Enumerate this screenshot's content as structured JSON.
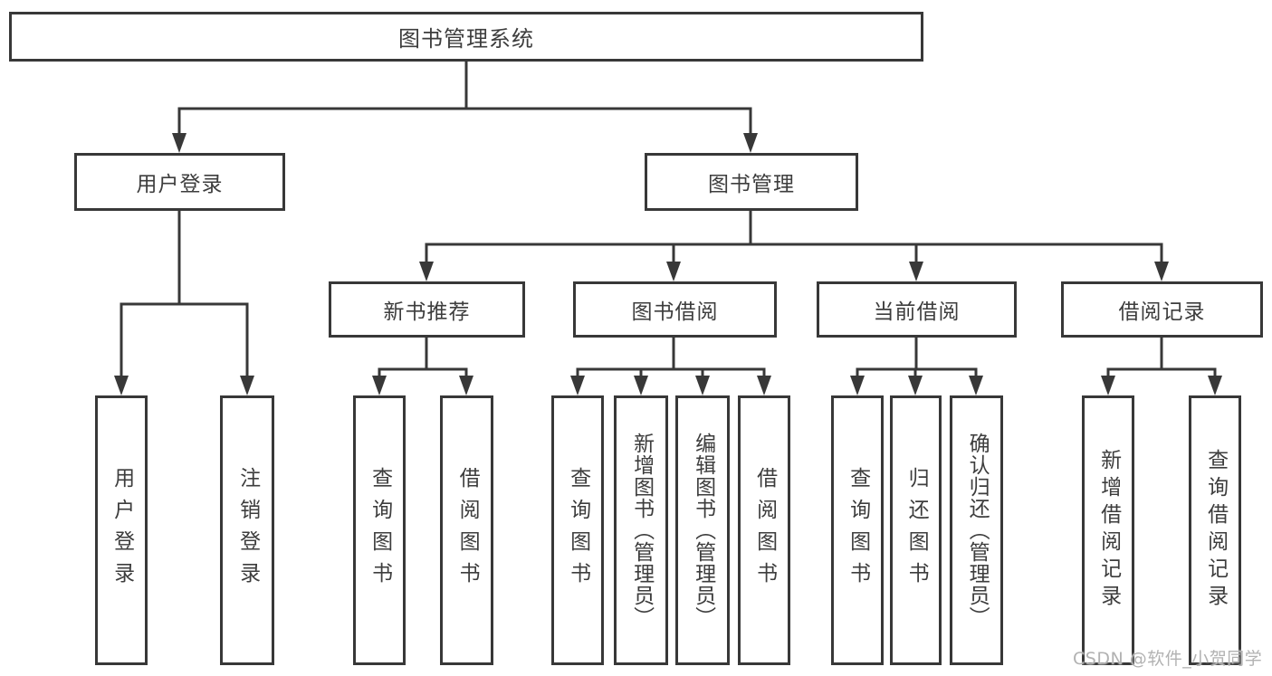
{
  "diagram": {
    "title": "图书管理系统",
    "root": {
      "label": "图书管理系统"
    },
    "level2": [
      {
        "label": "用户登录"
      },
      {
        "label": "图书管理"
      }
    ],
    "level3": [
      {
        "label": "新书推荐"
      },
      {
        "label": "图书借阅"
      },
      {
        "label": "当前借阅"
      },
      {
        "label": "借阅记录"
      }
    ],
    "leaves": [
      {
        "label": "用户登录"
      },
      {
        "label": "注销登录"
      },
      {
        "label": "查询图书"
      },
      {
        "label": "借阅图书"
      },
      {
        "label": "查询图书"
      },
      {
        "label": "新增图书（管理员）"
      },
      {
        "label": "编辑图书（管理员）"
      },
      {
        "label": "借阅图书"
      },
      {
        "label": "查询图书"
      },
      {
        "label": "归还图书"
      },
      {
        "label": "确认归还（管理员）"
      },
      {
        "label": "新增借阅记录"
      },
      {
        "label": "查询借阅记录"
      }
    ]
  },
  "watermark": {
    "text": "CSDN @软件_小贺同学"
  },
  "colors": {
    "line": "#383838",
    "text": "#3d3d3d",
    "background": "#ffffff",
    "watermark": "#b2b2b2"
  }
}
